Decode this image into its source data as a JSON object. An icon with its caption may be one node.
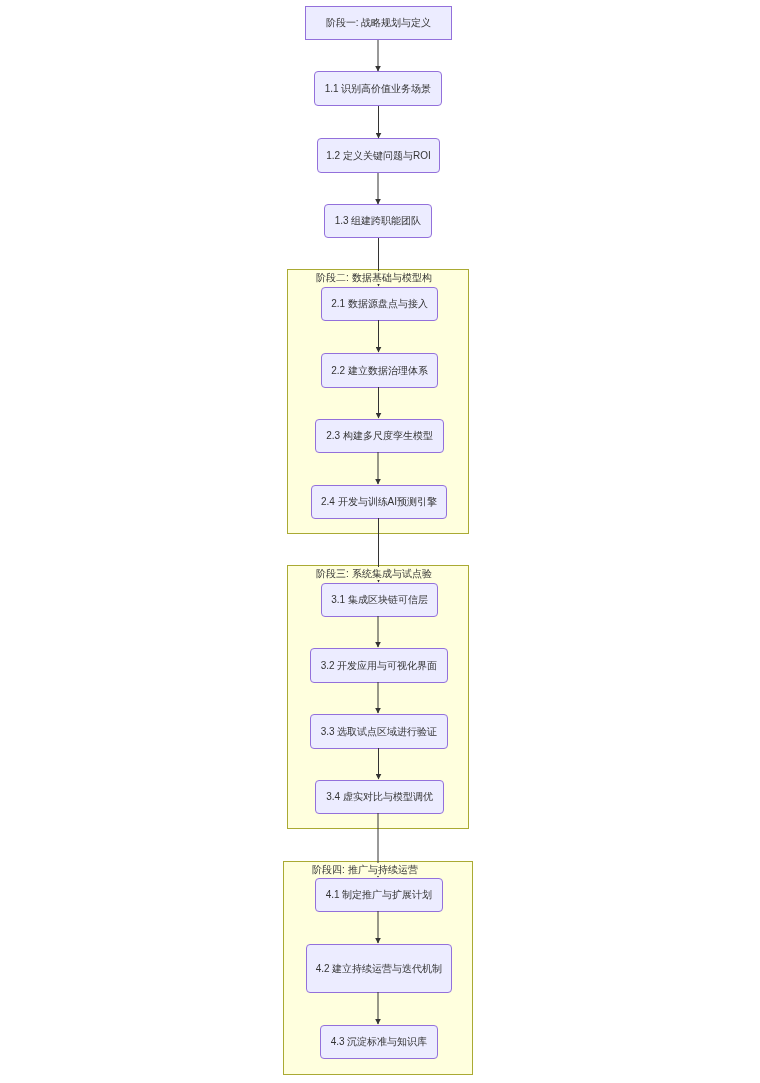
{
  "diagram": {
    "nodes": [
      {
        "text": [
          "阶段一: 战略规划与定义"
        ]
      },
      {
        "text": [
          "1.1 识别高价值业务场景"
        ]
      },
      {
        "text": [
          "1.2 定义关键问题与ROI"
        ]
      },
      {
        "text": [
          "1.3 组建跨职能团队"
        ]
      },
      {
        "text": [
          "阶段二: 数据基础与模型构"
        ]
      },
      {
        "text": [
          "2.1 数据源盘点与接入"
        ],
        "in": 4
      },
      {
        "text": [
          "2.2 建立数据治理体系"
        ],
        "in": 4
      },
      {
        "text": [
          "2.3 构建多尺度孪生模型"
        ],
        "in": 4
      },
      {
        "text": [
          "2.4 开发与训练AI预测引擎"
        ],
        "in": 4
      },
      {
        "text": [
          "阶段三: 系统集成与试点验"
        ]
      },
      {
        "text": [
          "3.1 集成区块链可信层"
        ],
        "in": 9
      },
      {
        "text": [
          "3.2 开发应用与可视化界面"
        ],
        "in": 9
      },
      {
        "text": [
          "3.3 选取试点区域进行验证"
        ],
        "in": 9
      },
      {
        "text": [
          "3.4 虚实对比与模型调优"
        ],
        "in": 9
      },
      {
        "text": [
          "阶段四: 推广与持续运营"
        ]
      },
      {
        "text": [
          "4.1 制定推广与扩展计划"
        ],
        "in": 14
      },
      {
        "text": [
          "4.2 建立持续运营与迭代机制"
        ],
        "in": 14
      },
      {
        "text": [
          "4.3 沉淀标准与知识库"
        ],
        "in": 14
      }
    ],
    "edges": [
      {
        "from": 0,
        "to": 1,
        "arrow": "to"
      },
      {
        "from": 1,
        "to": 2,
        "arrow": "to"
      },
      {
        "from": 2,
        "to": 3,
        "arrow": "to"
      },
      {
        "from": 3,
        "to": 5,
        "arrow": "to"
      },
      {
        "from": 5,
        "to": 6,
        "arrow": "to"
      },
      {
        "from": 6,
        "to": 7,
        "arrow": "to"
      },
      {
        "from": 7,
        "to": 8,
        "arrow": "to"
      },
      {
        "from": 8,
        "to": 10,
        "arrow": "to"
      },
      {
        "from": 10,
        "to": 11,
        "arrow": "to"
      },
      {
        "from": 11,
        "to": 12,
        "arrow": "to"
      },
      {
        "from": 12,
        "to": 13,
        "arrow": "to"
      },
      {
        "from": 13,
        "to": 15,
        "arrow": "to"
      },
      {
        "from": 15,
        "to": 16,
        "arrow": "to"
      },
      {
        "from": 16,
        "to": 17,
        "arrow": "to"
      }
    ]
  }
}
